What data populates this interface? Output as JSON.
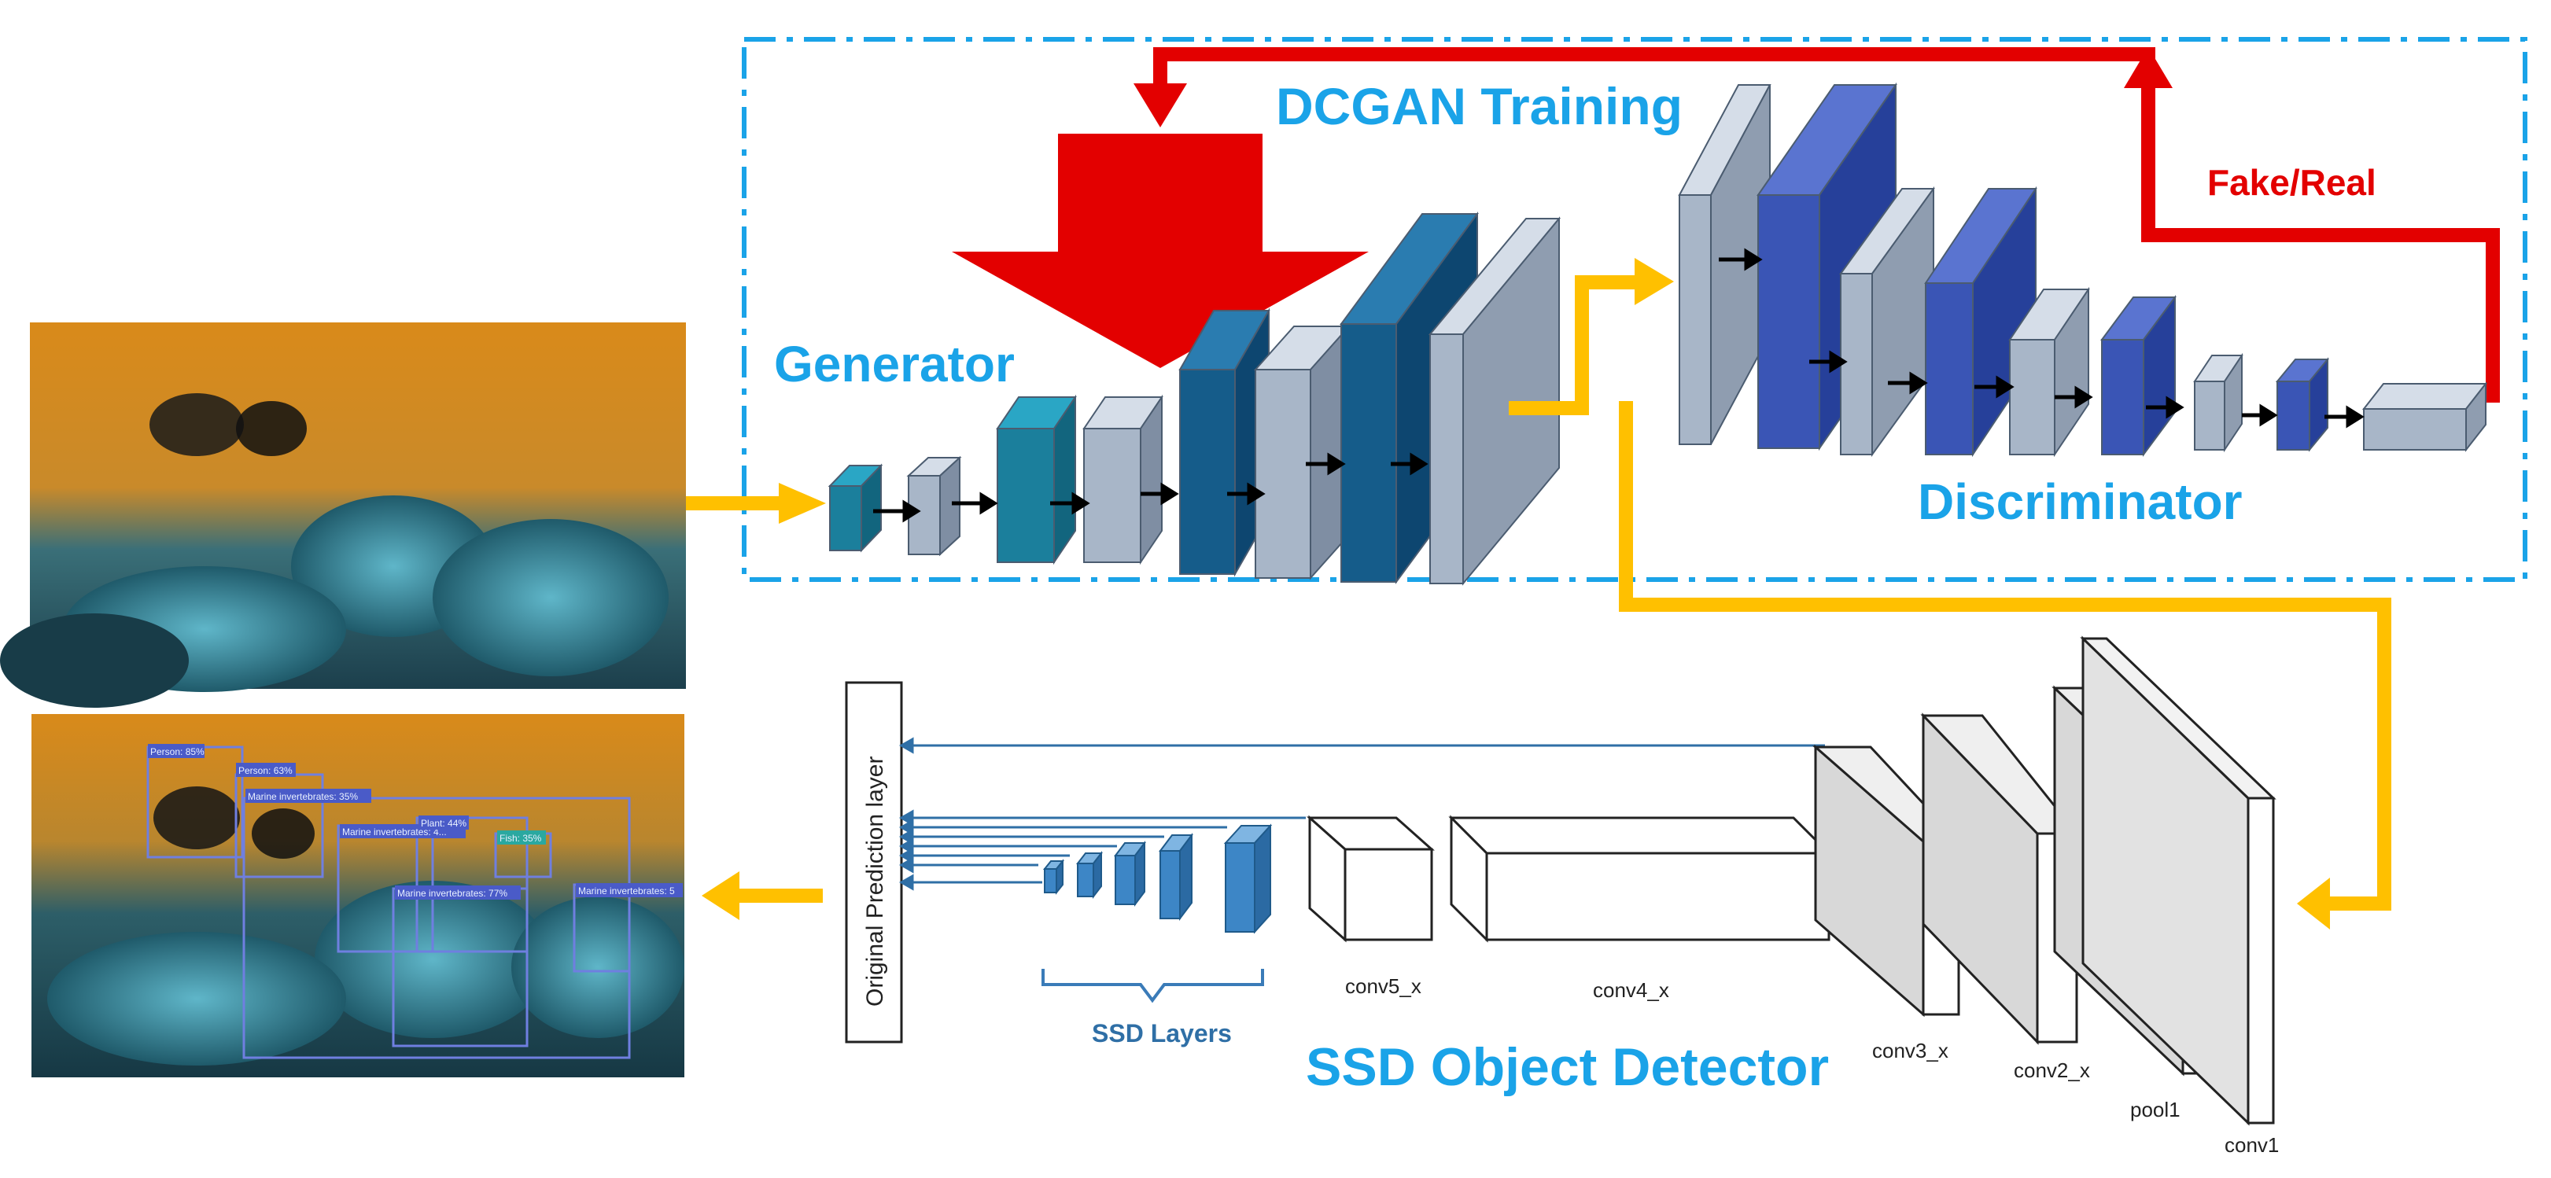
{
  "labels": {
    "dcgan_training": "DCGAN Training",
    "generator": "Generator",
    "discriminator": "Discriminator",
    "fake_real": "Fake/Real",
    "ssd_object_detector": "SSD Object Detector",
    "ssd_layers": "SSD Layers",
    "prediction_layer": "Original Prediction layer",
    "conv5": "conv5_x",
    "conv4": "conv4_x",
    "conv3": "conv3_x",
    "conv2": "conv2_x",
    "pool1": "pool1",
    "conv1": "conv1"
  },
  "detections": [
    "Person: 85%",
    "Person: 63%",
    "Marine invertebrates: 35%",
    "Marine invertebrates: 4...",
    "Plant: 44%",
    "Fish: 35%",
    "Marine invertebrates: 77%",
    "Marine invertebrates: 5"
  ],
  "colors": {
    "dcgan_box": "#1aa3e8",
    "flow_arrow": "#ffc000",
    "feedback_arrow": "#e30000",
    "generator_teal": "#1b8aa8",
    "generator_grey": "#a9b8cc",
    "discriminator_blue": "#3d55b8"
  }
}
